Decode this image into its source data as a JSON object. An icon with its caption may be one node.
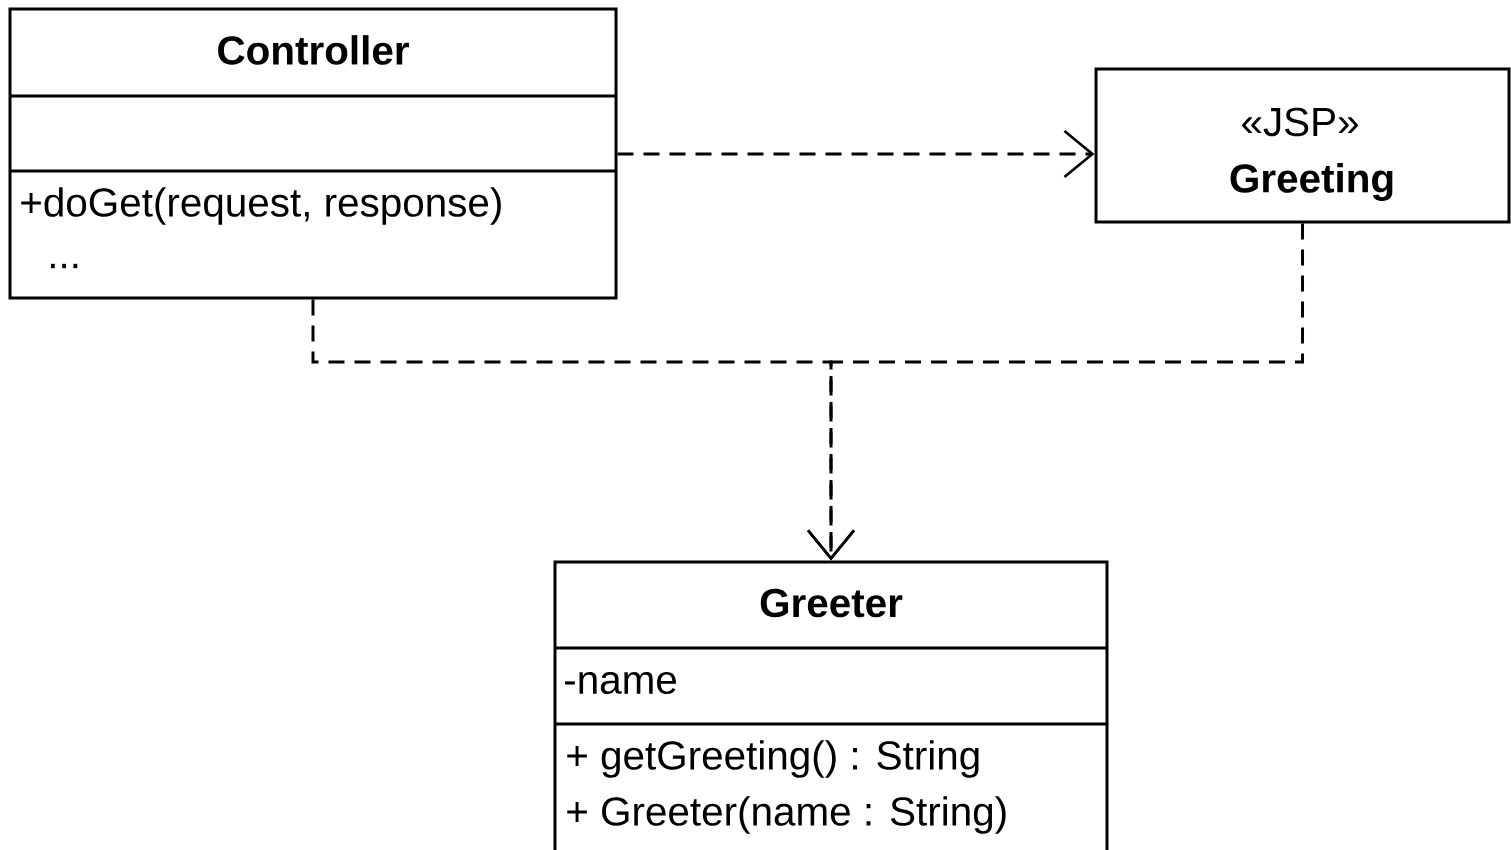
{
  "diagram": {
    "nodes": [
      {
        "text": [
          "Controller",
          "+doGet(request, response)",
          "..."
        ]
      },
      {
        "text": [
          "«JSP»",
          "Greeting"
        ]
      },
      {
        "text": [
          "Greeter",
          "-name",
          "+ getGreeting() : String",
          "+ Greeter(name : String)"
        ]
      }
    ],
    "edges": [
      {
        "from": 0,
        "to": 1,
        "arrow": "to",
        "style": "dashed"
      },
      {
        "from": 0,
        "to": 2,
        "arrow": "to",
        "style": "dashed"
      },
      {
        "from": 1,
        "to": 2,
        "arrow": "to",
        "style": "dashed"
      }
    ]
  }
}
